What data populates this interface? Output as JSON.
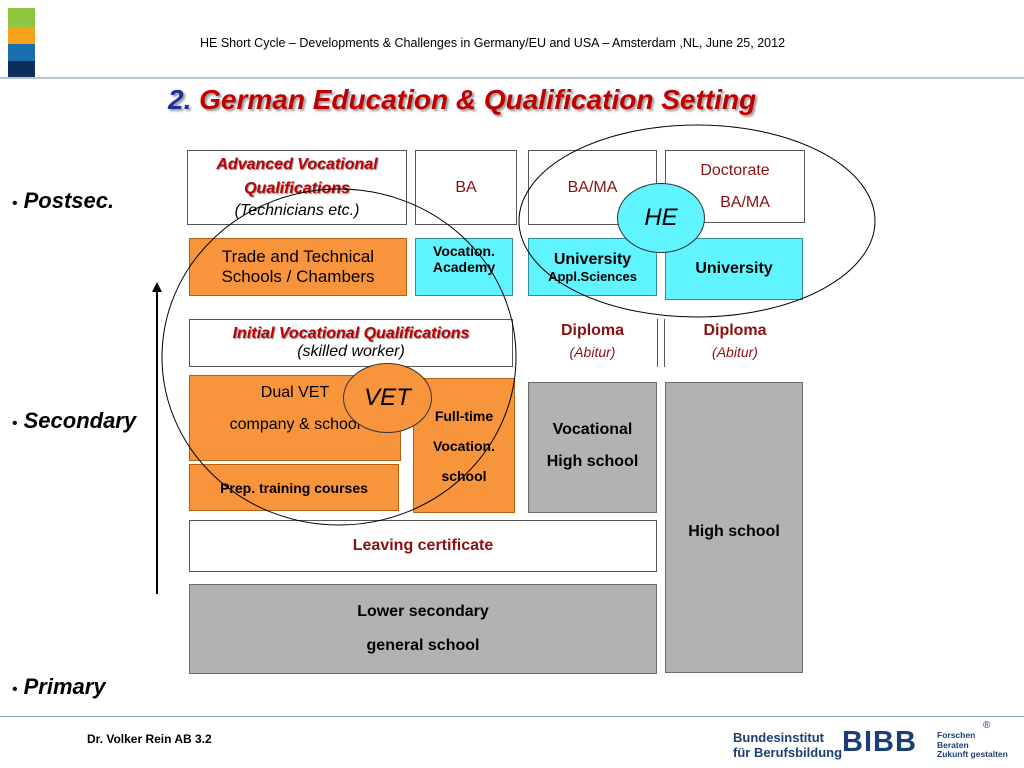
{
  "header": {
    "title": "HE Short Cycle – Developments & Challenges  in Germany/EU  and  USA – Amsterdam ,NL, June  25, 2012",
    "strip_colors": [
      "#8dc63f",
      "#f7a21b",
      "#1b6fae",
      "#0b2e5a"
    ]
  },
  "slide": {
    "title_number": "2.",
    "title_text": " German Education & Qualification Setting"
  },
  "levels": {
    "postsec": "Postsec.",
    "secondary": "Secondary",
    "primary": "Primary",
    "bullet": "•"
  },
  "boxes": {
    "advanced_line1": "Advanced Vocational",
    "advanced_line2": "Qualifications",
    "advanced_line3": "(Technicians etc.)",
    "ba": "BA",
    "bama": "BA/MA",
    "doctorate_line1": "Doctorate",
    "doctorate_line2": "BA/MA",
    "trade_line1": "Trade and Technical",
    "trade_line2": "Schools / Chambers",
    "vocation_academy_line1": "Vocation.",
    "vocation_academy_line2": "Academy",
    "university_appl_line1": "University",
    "university_appl_line2": "Appl.Sciences",
    "university": "University",
    "initial_line1": "Initial Vocational Qualifications",
    "initial_line2": "(skilled worker)",
    "diploma1_line1": "Diploma",
    "diploma1_line2": "(Abitur)",
    "diploma2_line1": "Diploma",
    "diploma2_line2": "(Abitur)",
    "dual_line1": "Dual VET",
    "dual_line2": "company & school",
    "fulltime_line1": "Full-time",
    "fulltime_line2": "Vocation.",
    "fulltime_line3": "school",
    "vocational_hs_line1": "Vocational",
    "vocational_hs_line2": "High school",
    "high_school": "High school",
    "prep": "Prep. training courses",
    "leaving": "Leaving certificate",
    "lower_line1": "Lower  secondary",
    "lower_line2": "general school"
  },
  "badges": {
    "he": "HE",
    "vet": "VET"
  },
  "footer": {
    "author": "Dr. Volker Rein  AB 3.2",
    "institute_line1": "Bundesinstitut",
    "institute_line2": "für Berufsbildung",
    "logo": "BIBB",
    "registered": "®",
    "motto_line1": "Forschen",
    "motto_line2": "Beraten",
    "motto_line3": "Zukunft gestalten"
  }
}
